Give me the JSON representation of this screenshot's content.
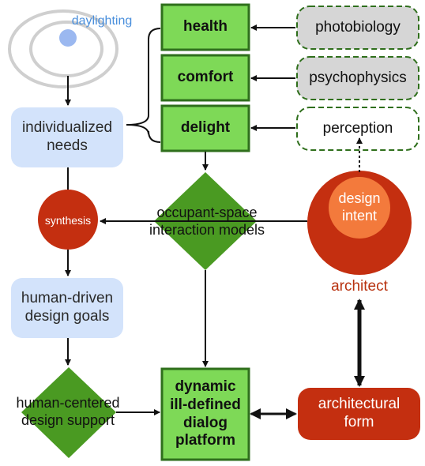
{
  "colors": {
    "green": "#7ed957",
    "green_dark": "#4a9a22",
    "green_border": "#2f6f1c",
    "blue_light": "#d3e3fb",
    "gray_box": "#d6d6d6",
    "red": "#c42f10",
    "orange": "#f37a3c",
    "blue_text": "#4a8fdc",
    "ellipse_gray": "#cfcfcf"
  },
  "nodes": {
    "daylighting": "daylighting",
    "health": "health",
    "comfort": "comfort",
    "delight": "delight",
    "photobiology": "photobiology",
    "psychophysics": "psychophysics",
    "perception": "perception",
    "individualized_needs": "individualized\nneeds",
    "synthesis": "synthesis",
    "occupant_space": "occupant-space\ninteraction models",
    "design_intent": "design\nintent",
    "architect": "architect",
    "human_driven": "human-driven\ndesign goals",
    "human_centered": "human-centered\ndesign support",
    "dynamic_platform": "dynamic\nill-defined\ndialog\nplatform",
    "architectural_form": "architectural\nform"
  }
}
